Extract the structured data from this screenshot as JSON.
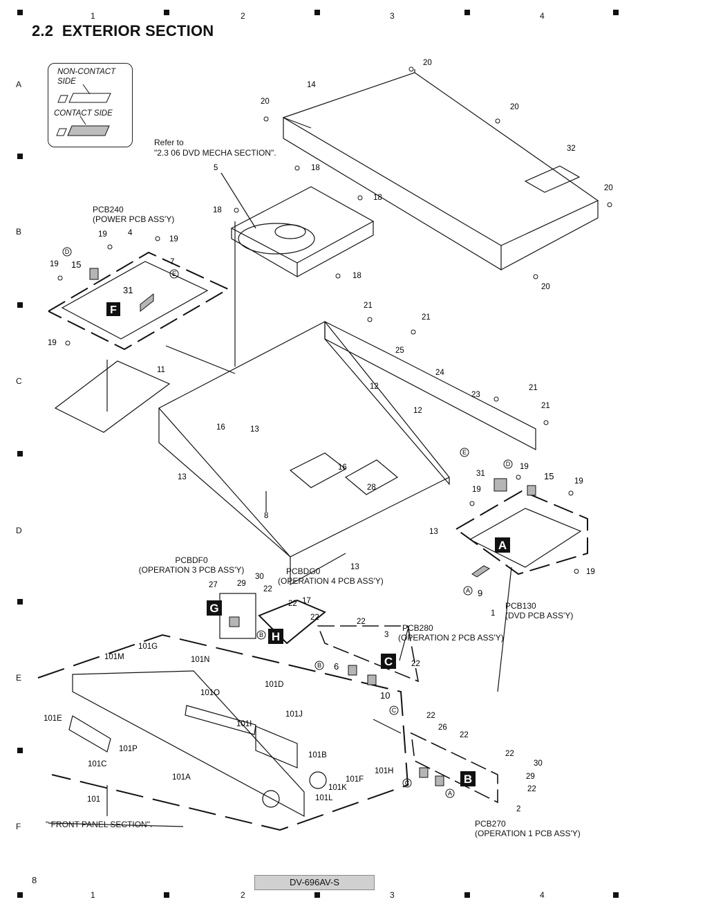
{
  "section": {
    "number": "2.2",
    "name": "EXTERIOR SECTION"
  },
  "grid": {
    "columns": [
      "1",
      "2",
      "3",
      "4"
    ],
    "rows": [
      "A",
      "B",
      "C",
      "D",
      "E",
      "F"
    ]
  },
  "legend": {
    "non_contact": [
      "NON-CONTACT",
      "SIDE"
    ],
    "contact": "CONTACT SIDE"
  },
  "refer_note": [
    "Refer to",
    "\"2.3 06 DVD MECHA SECTION\"."
  ],
  "front_panel_note": "\" FRONT PANEL SECTION\".",
  "pcb_labels": [
    {
      "code": "PCB240",
      "desc": "(POWER PCB ASS'Y)"
    },
    {
      "code": "PCB130",
      "desc": "(DVD PCB ASS'Y)"
    },
    {
      "code": "PCBDF0",
      "desc": "(OPERATION 3 PCB ASS'Y)"
    },
    {
      "code": "PCBDG0",
      "desc": "(OPERATION 4 PCB ASS'Y)"
    },
    {
      "code": "PCB280",
      "desc": "(OPERATION 2 PCB ASS'Y)"
    },
    {
      "code": "PCB270",
      "desc": "(OPERATION 1 PCB ASS'Y)"
    }
  ],
  "board_letters": [
    "A",
    "B",
    "C",
    "F",
    "G",
    "H"
  ],
  "connector_marks": [
    "A",
    "B",
    "C",
    "D",
    "E"
  ],
  "part_numbers": [
    "1",
    "2",
    "3",
    "4",
    "5",
    "6",
    "7",
    "8",
    "9",
    "10",
    "11",
    "12",
    "13",
    "14",
    "15",
    "16",
    "17",
    "18",
    "19",
    "20",
    "21",
    "22",
    "23",
    "24",
    "25",
    "26",
    "27",
    "28",
    "29",
    "30",
    "31",
    "32",
    "101",
    "101A",
    "101B",
    "101C",
    "101D",
    "101E",
    "101F",
    "101G",
    "101H",
    "101I",
    "101J",
    "101K",
    "101L",
    "101M",
    "101N",
    "101O",
    "101P"
  ],
  "footer": {
    "page": "8",
    "model": "DV-696AV-S"
  }
}
